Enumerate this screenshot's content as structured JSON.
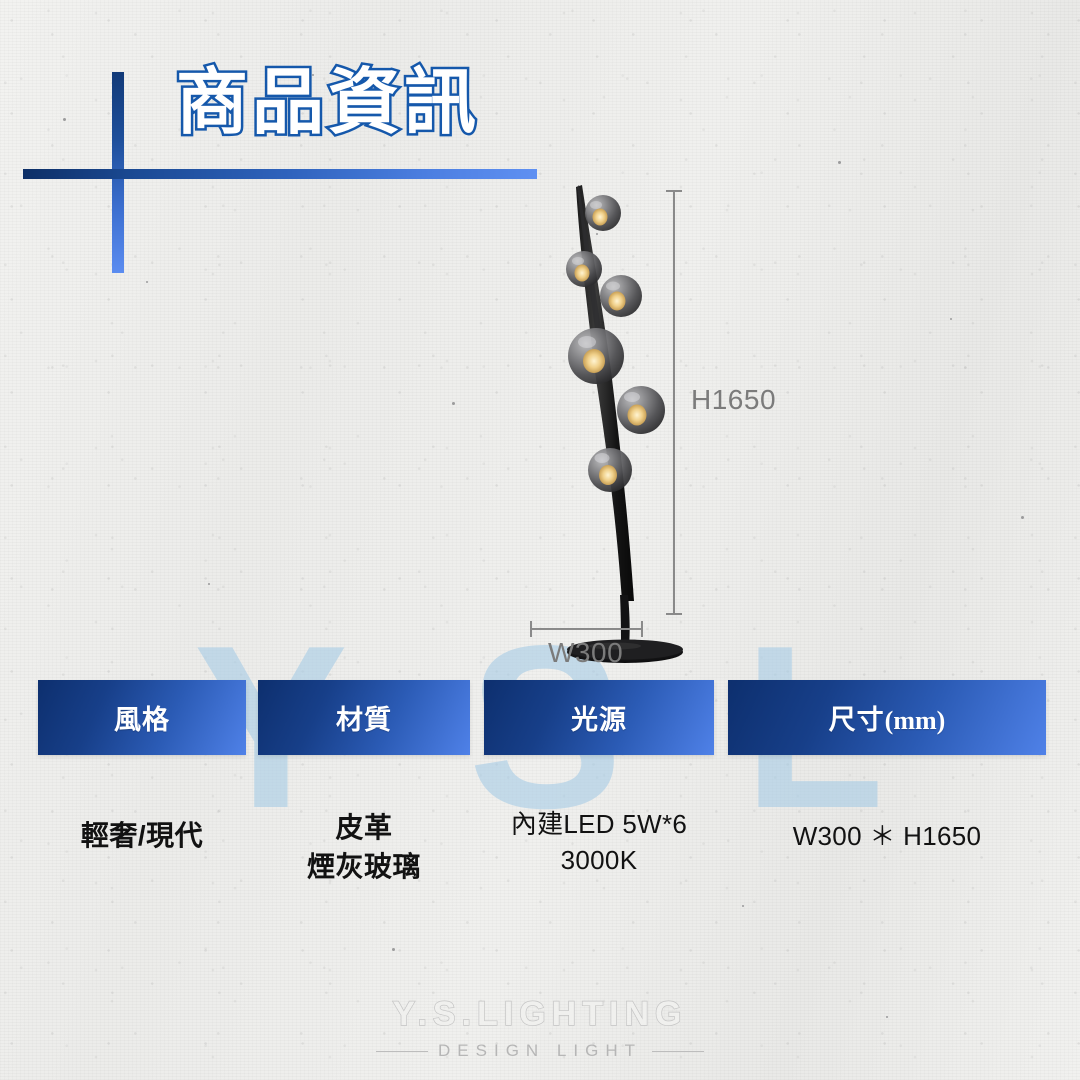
{
  "page": {
    "background_color": "#eeeeec",
    "accent_dark": "#0d2f6e",
    "accent_light": "#5b8cf0"
  },
  "header": {
    "title": "商品資訊",
    "title_outline_color": "#1558ab",
    "title_fill_color": "#ffffff"
  },
  "watermark": {
    "letters": [
      "Y",
      "S",
      "L"
    ],
    "color": "#a9cde6"
  },
  "product": {
    "name": "curved-floor-lamp",
    "globe_count": 6,
    "dimension_height_label": "H1650",
    "dimension_width_label": "W300",
    "dimension_line_color": "#8a8a8a",
    "dimension_text_color": "#7b7b7b"
  },
  "spec_table": {
    "columns": [
      {
        "header": "風格",
        "header_unit": "",
        "value_lines": [
          "輕奢/現代"
        ],
        "value_weight": "bold"
      },
      {
        "header": "材質",
        "header_unit": "",
        "value_lines": [
          "皮革",
          "煙灰玻璃"
        ],
        "value_weight": "bold"
      },
      {
        "header": "光源",
        "header_unit": "",
        "value_lines": [
          "內建LED 5W*6",
          "3000K"
        ],
        "value_weight": "regular"
      },
      {
        "header": "尺寸",
        "header_unit": "(mm)",
        "value_lines": [
          "W300 ＊ H1650"
        ],
        "value_weight": "regular"
      }
    ]
  },
  "footer": {
    "brand": "Y.S.LIGHTING",
    "tagline": "DESIGN LIGHT"
  }
}
